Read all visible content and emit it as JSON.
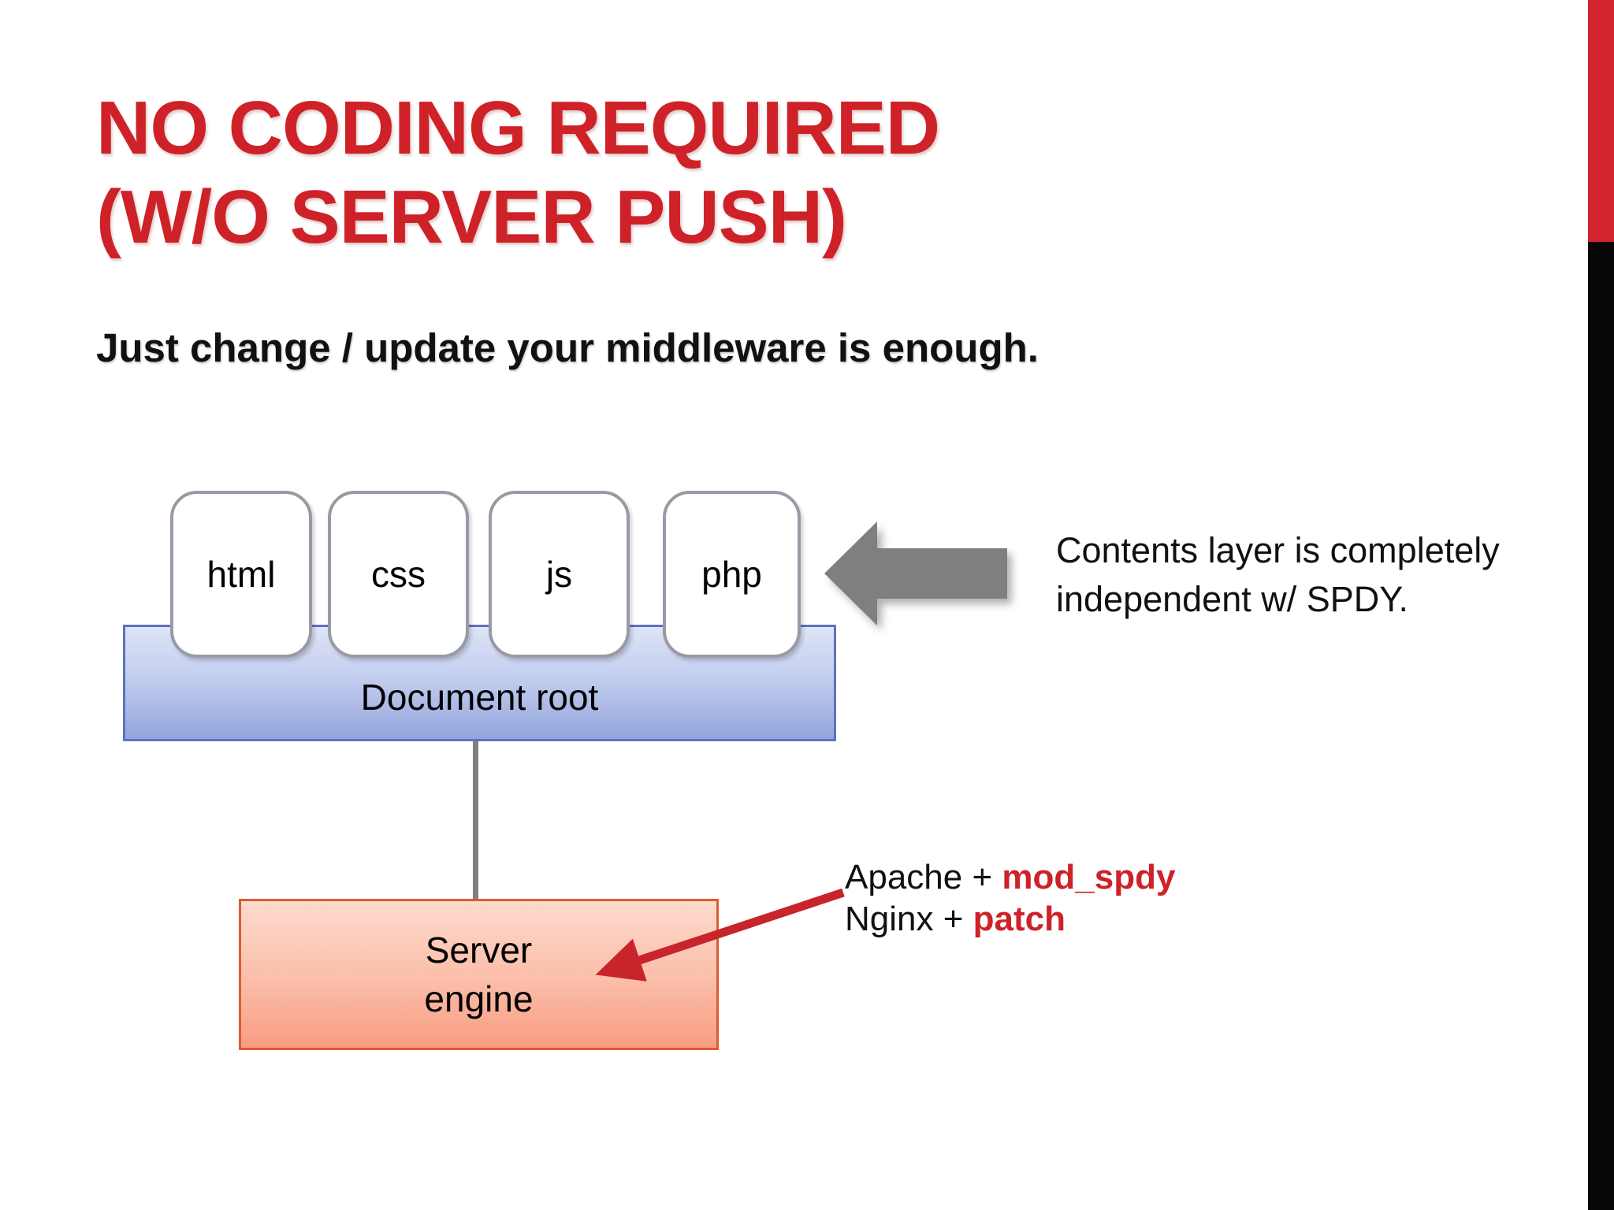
{
  "slide": {
    "title_lines": [
      "NO CODING REQUIRED",
      "(W/O SERVER PUSH)"
    ],
    "subtitle": "Just change / update your middleware is enough."
  },
  "diagram": {
    "file_boxes": [
      {
        "label": "html"
      },
      {
        "label": "css"
      },
      {
        "label": "js"
      },
      {
        "label": "php"
      }
    ],
    "document_root": {
      "label": "Document root"
    },
    "server_engine": {
      "label_lines": [
        "Server",
        "engine"
      ]
    },
    "spdy_note": {
      "lines": [
        "Contents layer is completely",
        "independent w/ SPDY."
      ]
    },
    "middleware_note": {
      "line1": {
        "prefix": "Apache + ",
        "highlight": "mod_spdy"
      },
      "line2": {
        "prefix": "Nginx + ",
        "highlight": "patch"
      }
    }
  },
  "icons": {
    "left_block_arrow": "gray left-pointing block arrow",
    "annotation_arrow": "red arrow pointing to server engine box"
  },
  "colors": {
    "accent_red": "#ce2128",
    "stripe_red": "#d2242c",
    "stripe_black": "#060606",
    "arrow_gray": "#7f7f7f",
    "blue_border": "#5f71be",
    "server_border": "#e05a31"
  }
}
